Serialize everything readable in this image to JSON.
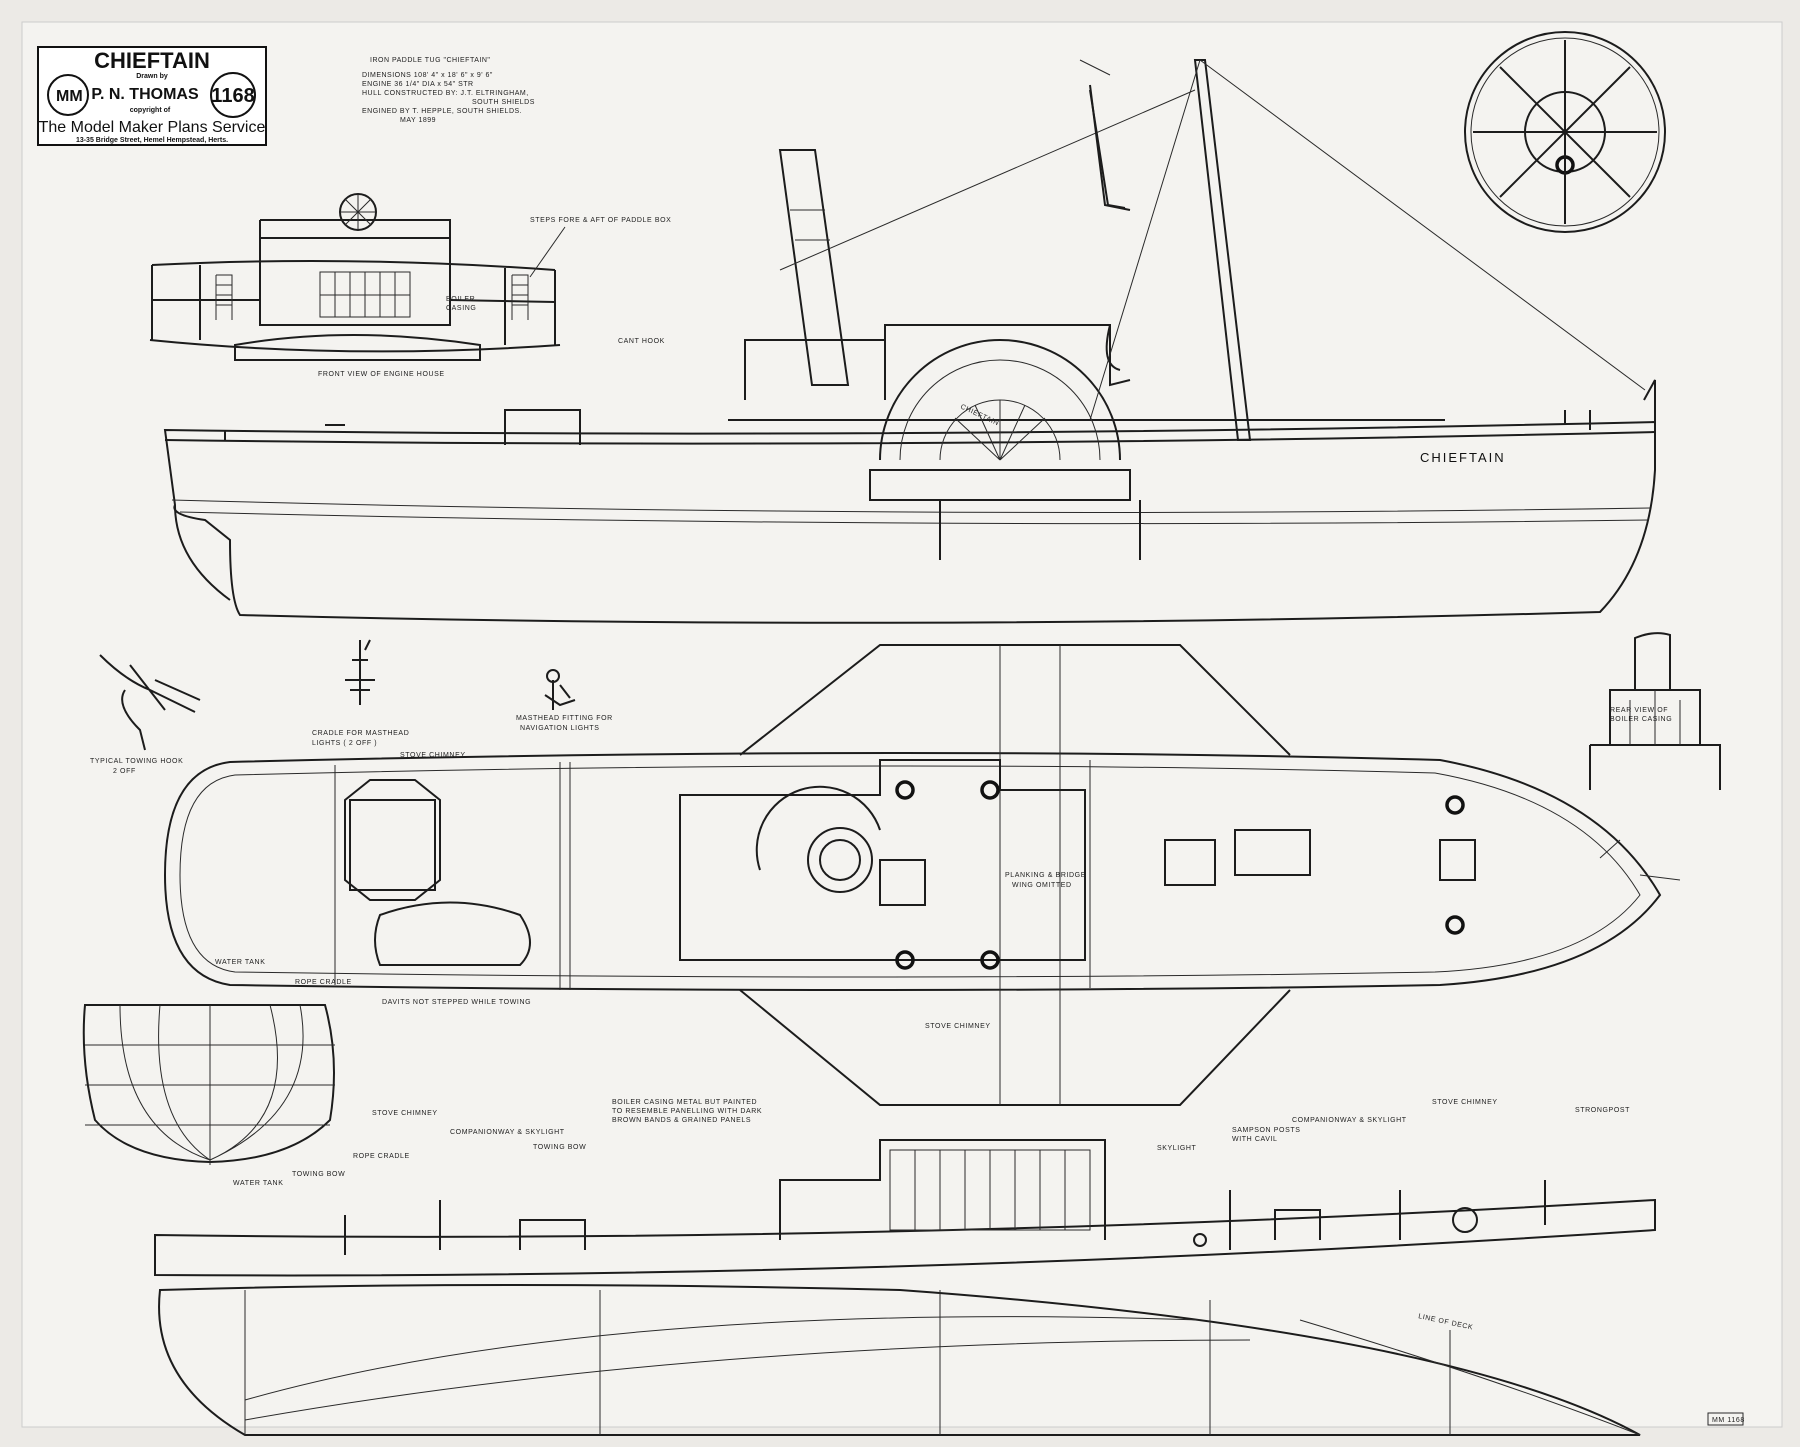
{
  "title_block": {
    "title": "CHIEFTAIN",
    "drawn_by": "Drawn by",
    "author": "P. N. THOMAS",
    "copyright": "copyright of",
    "plan_number": "1168",
    "logo_text": "MM",
    "service": "The Model Maker Plans Service",
    "address": "13-35 Bridge Street, Hemel Hempstead, Herts."
  },
  "specs": {
    "heading": "IRON PADDLE TUG \"CHIEFTAIN\"",
    "dimensions": "DIMENSIONS   108' 4\" x 18' 6\" x 9' 6\"",
    "engine": "ENGINE          36 1/4\" DIA x 54\" STR",
    "hull": "HULL CONSTRUCTED BY: J.T. ELTRINGHAM,",
    "hull_place": "SOUTH SHIELDS",
    "engined": "ENGINED BY T. HEPPLE, SOUTH SHIELDS.",
    "date": "MAY 1899"
  },
  "labels": {
    "steps": "STEPS FORE & AFT OF PADDLE BOX",
    "boiler_casing_1": "BOILER",
    "boiler_casing_2": "CASING",
    "cant_hook": "CANT HOOK",
    "front_view": "FRONT VIEW OF ENGINE HOUSE",
    "hull_name": "CHIEFTAIN",
    "paddle_name": "CHIEFTAIN",
    "towing_hook_1": "TYPICAL TOWING HOOK",
    "towing_hook_2": "2 OFF",
    "cradle_1": "CRADLE FOR MASTHEAD",
    "cradle_2": "LIGHTS  ( 2 OFF )",
    "masthead_1": "MASTHEAD FITTING FOR",
    "masthead_2": "NAVIGATION LIGHTS",
    "stove_chimney_plan_top": "STOVE CHIMNEY",
    "rear_view_1": "REAR VIEW OF",
    "rear_view_2": "BOILER CASING",
    "water_tank_plan": "WATER TANK",
    "rope_cradle_plan": "ROPE CRADLE",
    "davits": "DAVITS NOT STEPPED WHILE TOWING",
    "planking_1": "PLANKING & BRIDGE",
    "planking_2": "WING OMITTED",
    "stove_chimney_plan_bottom": "STOVE CHIMNEY",
    "boiler_note_1": "BOILER CASING METAL BUT PAINTED",
    "boiler_note_2": "TO RESEMBLE PANELLING WITH DARK",
    "boiler_note_3": "BROWN BANDS & GRAINED PANELS",
    "stove_chimney_aft": "STOVE CHIMNEY",
    "companionway_aft": "COMPANIONWAY & SKYLIGHT",
    "towing_bow_1": "TOWING BOW",
    "rope_cradle_profile": "ROPE CRADLE",
    "water_tank_profile": "WATER TANK",
    "towing_bow_2": "TOWING BOW",
    "skylight": "SKYLIGHT",
    "sampson_1": "SAMPSON POSTS",
    "sampson_2": "WITH CAVIL",
    "companionway_fwd": "COMPANIONWAY & SKYLIGHT",
    "stove_chimney_fwd": "STOVE CHIMNEY",
    "strongpost": "STRONGPOST",
    "line_of_deck": "LINE OF DECK",
    "sheet_ref": "MM 1168"
  }
}
